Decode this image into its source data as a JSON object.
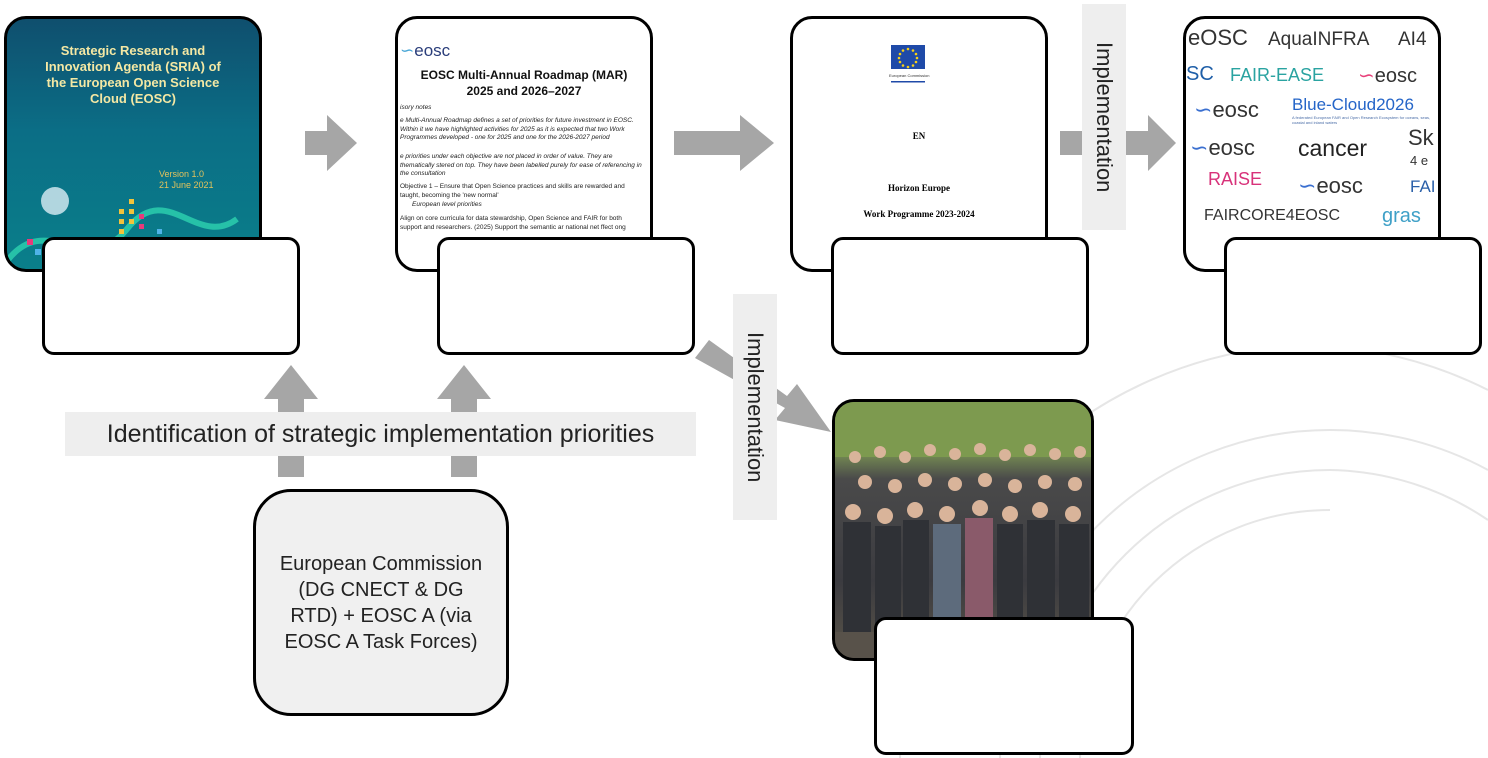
{
  "sria_cover": {
    "title": "Strategic Research and Innovation Agenda (SRIA) of the European Open Science Cloud (EOSC)",
    "version": "Version 1.0",
    "date": "21 June 2021"
  },
  "mar_doc": {
    "logo": "eosc",
    "title_line1": "EOSC Multi-Annual Roadmap (MAR)",
    "title_line2": "2025 and 2026–2027",
    "section": "isory notes",
    "para1": "e Multi-Annual Roadmap defines a set of priorities for future investment in EOSC. Within it we have highlighted activities for 2025 as it is expected that two Work Programmes developed - one for 2025 and one for the 2026-2027 period",
    "para2": "e priorities under each objective are not placed in order of value. They are thematically stered on top. They have been labelled purely for ease of referencing in the consultation",
    "objective": "Objective 1 – Ensure that Open Science practices and skills are rewarded and taught, becoming the 'new normal'",
    "sub": "European level priorities",
    "para3": "Align on core curricula for data stewardship, Open Science and FAIR for both support and researchers. (2025) Support the semantic ar national net ffect ong"
  },
  "horizon_doc": {
    "flag_caption": "European Commission",
    "lang": "EN",
    "title1": "Horizon Europe",
    "title2": "Work Programme 2023-2024"
  },
  "logos": {
    "row1a": "eOSC",
    "row1b": "AquaINFRA",
    "row1c": "AI4",
    "row2a": "SC",
    "row2b": "FAIR-EASE",
    "row2c": "eosc",
    "row3a": "eosc",
    "row3b": "Blue-Cloud2026",
    "row3c": "A federated European FAIR and Open Research Ecosystem for oceans, seas, coastal and inland waters",
    "row4a": "eosc",
    "row4b": "cancer",
    "row4c": "Sk",
    "row4d": "4 e",
    "row5a": "RAISE",
    "row5b": "eosc",
    "row5c": "FAI",
    "row6a": "FAIRCORE4EOSC",
    "row6b": "gras"
  },
  "implementation_label_1": "Implementation",
  "implementation_label_2": "Implementation",
  "priorities_label": "Identification of strategic implementation priorities",
  "commission_box": "European Commission (DG CNECT & DG RTD) + EOSC A (via EOSC A Task Forces)",
  "colors": {
    "arrow": "#a6a6a6",
    "label_bg": "#eeeeee",
    "border": "#000000"
  }
}
